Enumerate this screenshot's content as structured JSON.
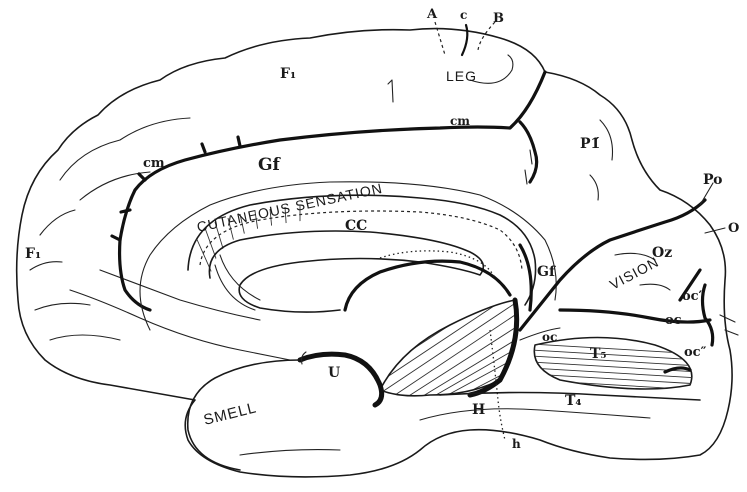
{
  "labels": {
    "A": "A",
    "c": "c",
    "B": "B",
    "leg": "LEG",
    "f1_top": "F₁",
    "f1_left": "F₁",
    "cm_top": "cm",
    "cm_left": "cm",
    "p1": "P1́",
    "gf_top": "Gf",
    "cutaneous": "CUTANEOUS SENSATION",
    "cc": "CC",
    "po": "Po",
    "o": "O",
    "oz": "Oz",
    "vision": "VISION",
    "gf_right": "Gf",
    "oc_prime": "oc′",
    "oc_mid": "oc",
    "oc_dprime": "oc″",
    "oc_low": "oc",
    "t5": "T₅",
    "u": "U",
    "smell": "SMELL",
    "h_upper": "H",
    "t4": "T₄",
    "h_lower": "h"
  }
}
